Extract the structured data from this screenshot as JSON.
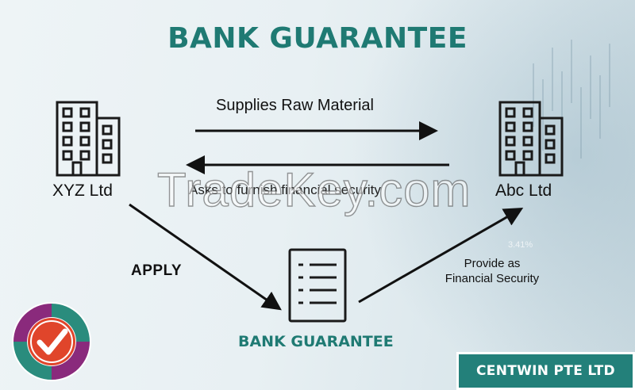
{
  "title": "BANK GUARANTEE",
  "parties": {
    "left": "XYZ Ltd",
    "right": "Abc Ltd"
  },
  "flows": {
    "supply": "Supplies Raw Material",
    "ask": "Asks to furnish financial security",
    "apply": "APPLY",
    "provide_line1": "Provide as",
    "provide_line2": "Financial Security"
  },
  "center_label": "BANK GUARANTEE",
  "watermark": "TradeKey.com",
  "brand": "CENTWIN PTE LTD",
  "icons": {
    "left_building": "office-building-icon",
    "right_building": "office-building-icon",
    "document": "document-icon",
    "logo": "checkmark-logo-icon"
  },
  "colors": {
    "accent": "#1f7a73",
    "badge": "#23807a",
    "logo_purple": "#8a2a7c",
    "logo_red": "#e0452b",
    "logo_teal": "#2a8c7d"
  }
}
